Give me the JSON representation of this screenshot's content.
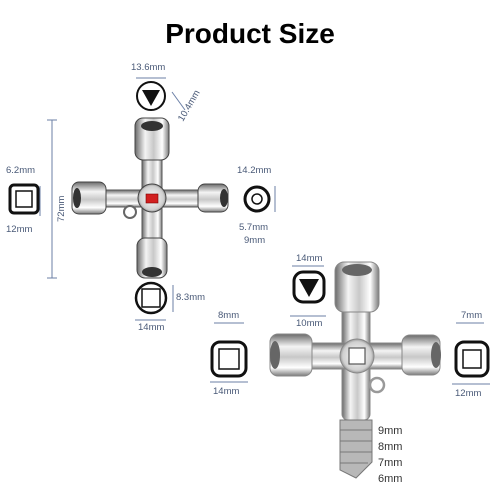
{
  "title": "Product Size",
  "key1": {
    "triangle_width": "13.6mm",
    "triangle_depth": "10.4mm",
    "left_square_inner": "6.2mm",
    "left_square_outer": "12mm",
    "total_length": "72mm",
    "ring_outer": "14.2mm",
    "ring_inner": "5.7mm",
    "ring_depth": "9mm",
    "bottom_square_depth": "8.3mm",
    "bottom_square_width": "14mm"
  },
  "key2": {
    "triangle_outer": "14mm",
    "triangle_inner": "10mm",
    "left_square_inner": "8mm",
    "left_square_outer": "14mm",
    "right_square_inner": "7mm",
    "right_square_outer": "12mm",
    "step_sizes": [
      "9mm",
      "8mm",
      "7mm",
      "6mm"
    ]
  },
  "colors": {
    "dimension_line": "#6b7fa6",
    "metal_light": "#f2f2f2",
    "metal_dark": "#555555",
    "accent": "#d22020"
  }
}
